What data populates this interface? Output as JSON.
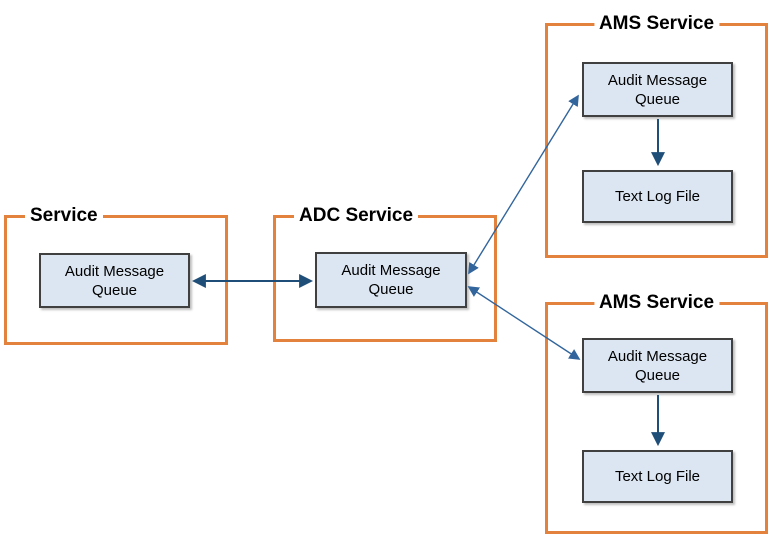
{
  "colors": {
    "container_border": "#E2823C",
    "node_fill": "#DCE6F2",
    "node_border": "#404040",
    "arrow_dark": "#1F4E79",
    "arrow_light": "#31659C",
    "title_text": "#000000"
  },
  "diagram": {
    "containers": [
      {
        "id": "service",
        "title": "Service"
      },
      {
        "id": "adc",
        "title": "ADC Service"
      },
      {
        "id": "ams_top",
        "title": "AMS Service"
      },
      {
        "id": "ams_bottom",
        "title": "AMS Service"
      }
    ],
    "nodes": [
      {
        "id": "service_queue",
        "container": "service",
        "label": "Audit Message Queue"
      },
      {
        "id": "adc_queue",
        "container": "adc",
        "label": "Audit Message Queue"
      },
      {
        "id": "ams_top_queue",
        "container": "ams_top",
        "label": "Audit Message Queue"
      },
      {
        "id": "ams_top_log",
        "container": "ams_top",
        "label": "Text Log File"
      },
      {
        "id": "ams_bottom_queue",
        "container": "ams_bottom",
        "label": "Audit Message Queue"
      },
      {
        "id": "ams_bottom_log",
        "container": "ams_bottom",
        "label": "Text Log File"
      }
    ],
    "edges": [
      {
        "from": "service_queue",
        "to": "adc_queue",
        "direction": "bidirectional"
      },
      {
        "from": "adc_queue",
        "to": "ams_top_queue",
        "direction": "bidirectional"
      },
      {
        "from": "adc_queue",
        "to": "ams_bottom_queue",
        "direction": "bidirectional"
      },
      {
        "from": "ams_top_queue",
        "to": "ams_top_log",
        "direction": "one-way"
      },
      {
        "from": "ams_bottom_queue",
        "to": "ams_bottom_log",
        "direction": "one-way"
      }
    ]
  }
}
